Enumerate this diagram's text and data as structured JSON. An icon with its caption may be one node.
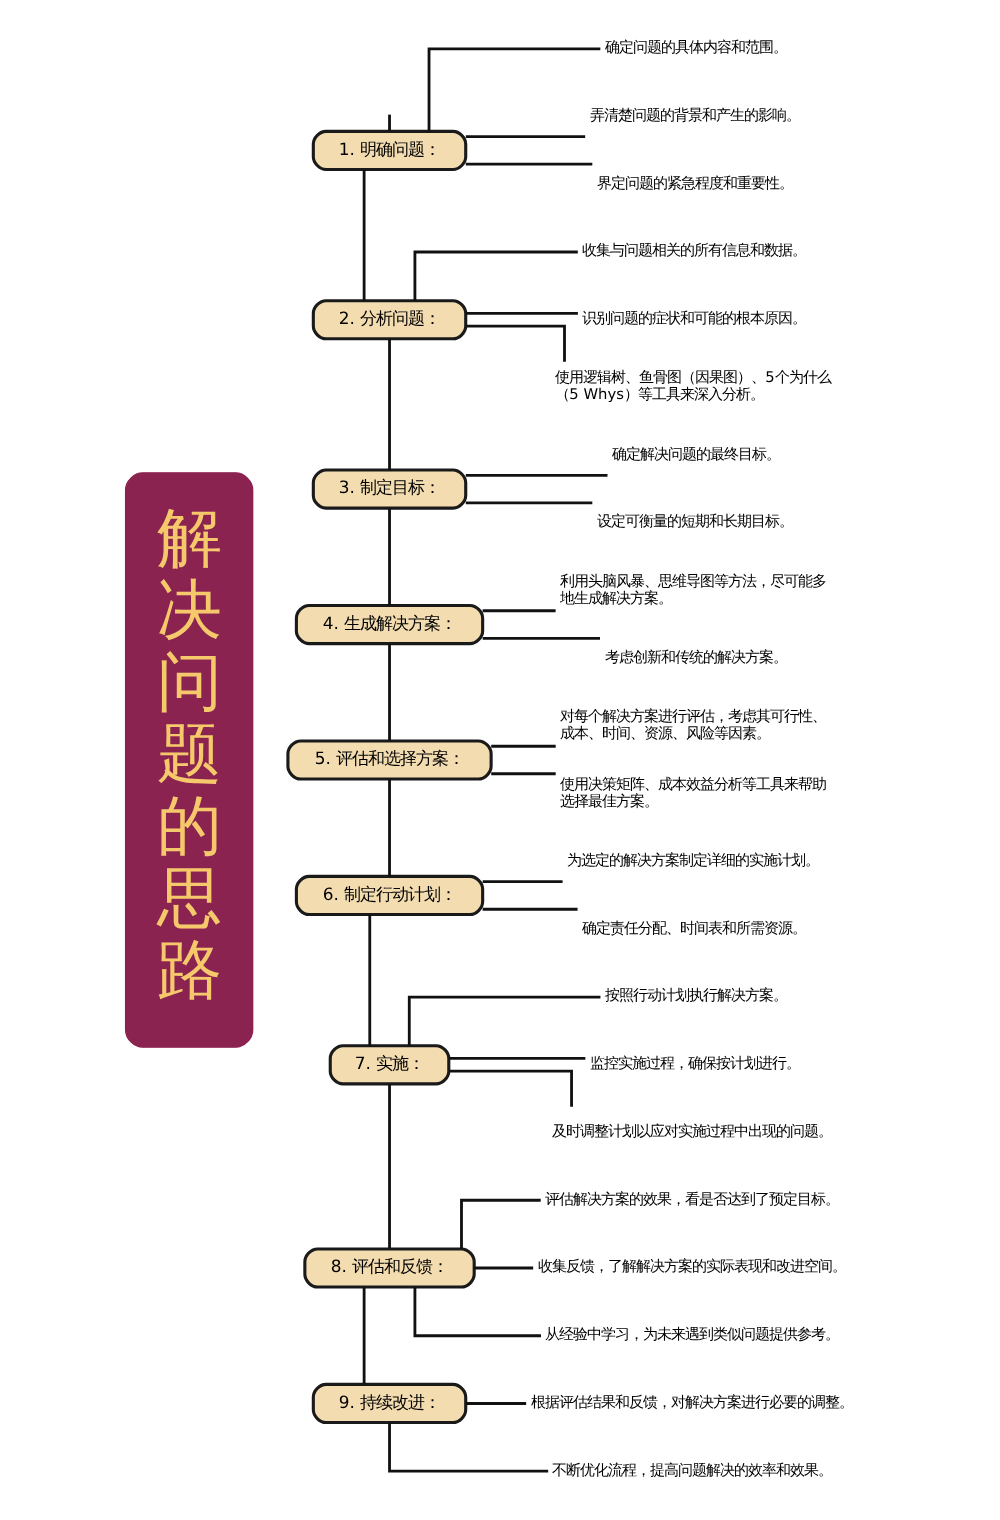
{
  "diagram": {
    "nodes": [
      {
        "text": [
          "解决问题的思路"
        ]
      },
      {
        "text": [
          "1. 明确问题："
        ]
      },
      {
        "text": [
          "确定问题的具体内容和范围。"
        ]
      },
      {
        "text": [
          "弄清楚问题的背景和产生的影响。"
        ]
      },
      {
        "text": [
          "界定问题的紧急程度和重要性。"
        ]
      },
      {
        "text": [
          "2. 分析问题："
        ]
      },
      {
        "text": [
          "收集与问题相关的所有信息和数据。"
        ]
      },
      {
        "text": [
          "识别问题的症状和可能的根本原因。"
        ]
      },
      {
        "text": [
          "使用逻辑树、鱼骨图（因果图）、5个为什么（5 Whys）等工具来深入分析。"
        ]
      },
      {
        "text": [
          "3. 制定目标："
        ]
      },
      {
        "text": [
          "确定解决问题的最终目标。"
        ]
      },
      {
        "text": [
          "设定可衡量的短期和长期目标。"
        ]
      },
      {
        "text": [
          "4. 生成解决方案："
        ]
      },
      {
        "text": [
          "利用头脑风暴、思维导图等方法，尽可能多地生成解决方案。"
        ]
      },
      {
        "text": [
          "考虑创新和传统的解决方案。"
        ]
      },
      {
        "text": [
          "5. 评估和选择方案："
        ]
      },
      {
        "text": [
          "对每个解决方案进行评估，考虑其可行性、成本、时间、资源、风险等因素。"
        ]
      },
      {
        "text": [
          "使用决策矩阵、成本效益分析等工具来帮助选择最佳方案。"
        ]
      },
      {
        "text": [
          "6. 制定行动计划："
        ]
      },
      {
        "text": [
          "为选定的解决方案制定详细的实施计划。"
        ]
      },
      {
        "text": [
          "确定责任分配、时间表和所需资源。"
        ]
      },
      {
        "text": [
          "7. 实施："
        ]
      },
      {
        "text": [
          "按照行动计划执行解决方案。"
        ]
      },
      {
        "text": [
          "监控实施过程，确保按计划进行。"
        ]
      },
      {
        "text": [
          "及时调整计划以应对实施过程中出现的问题。"
        ]
      },
      {
        "text": [
          "8. 评估和反馈："
        ]
      },
      {
        "text": [
          "评估解决方案的效果，看是否达到了预定目标。"
        ]
      },
      {
        "text": [
          "收集反馈，了解解决方案的实际表现和改进空间。"
        ]
      },
      {
        "text": [
          "从经验中学习，为未来遇到类似问题提供参考。"
        ]
      },
      {
        "text": [
          "9. 持续改进："
        ]
      },
      {
        "text": [
          "根据评估结果和反馈，对解决方案进行必要的调整。"
        ]
      },
      {
        "text": [
          "不断优化流程，提高问题解决的效率和效果。"
        ]
      }
    ],
    "edges": [
      {
        "from": null,
        "to": 1,
        "arrow": "none"
      },
      {
        "from": 1,
        "to": 2,
        "arrow": "none"
      },
      {
        "from": 1,
        "to": 3,
        "arrow": "none"
      },
      {
        "from": 1,
        "to": 4,
        "arrow": "none"
      },
      {
        "from": 1,
        "to": 5,
        "arrow": "none"
      },
      {
        "from": 5,
        "to": 6,
        "arrow": "none"
      },
      {
        "from": 5,
        "to": 7,
        "arrow": "none"
      },
      {
        "from": 5,
        "to": 8,
        "arrow": "none"
      },
      {
        "from": 5,
        "to": 9,
        "arrow": "none"
      },
      {
        "from": 9,
        "to": 10,
        "arrow": "none"
      },
      {
        "from": 9,
        "to": 11,
        "arrow": "none"
      },
      {
        "from": 9,
        "to": 12,
        "arrow": "none"
      },
      {
        "from": 12,
        "to": 13,
        "arrow": "none"
      },
      {
        "from": 12,
        "to": 14,
        "arrow": "none"
      },
      {
        "from": 12,
        "to": 15,
        "arrow": "none"
      },
      {
        "from": 15,
        "to": 16,
        "arrow": "none"
      },
      {
        "from": 15,
        "to": 17,
        "arrow": "none"
      },
      {
        "from": 15,
        "to": 18,
        "arrow": "none"
      },
      {
        "from": 18,
        "to": 19,
        "arrow": "none"
      },
      {
        "from": 18,
        "to": 20,
        "arrow": "none"
      },
      {
        "from": 18,
        "to": 21,
        "arrow": "none"
      },
      {
        "from": 21,
        "to": 22,
        "arrow": "none"
      },
      {
        "from": 21,
        "to": 23,
        "arrow": "none"
      },
      {
        "from": 21,
        "to": 24,
        "arrow": "none"
      },
      {
        "from": 21,
        "to": 25,
        "arrow": "none"
      },
      {
        "from": 25,
        "to": 26,
        "arrow": "none"
      },
      {
        "from": 25,
        "to": 27,
        "arrow": "none"
      },
      {
        "from": 25,
        "to": 28,
        "arrow": "none"
      },
      {
        "from": 25,
        "to": 29,
        "arrow": "none"
      },
      {
        "from": 29,
        "to": 30,
        "arrow": "none"
      },
      {
        "from": 29,
        "to": 31,
        "arrow": "none"
      }
    ]
  }
}
